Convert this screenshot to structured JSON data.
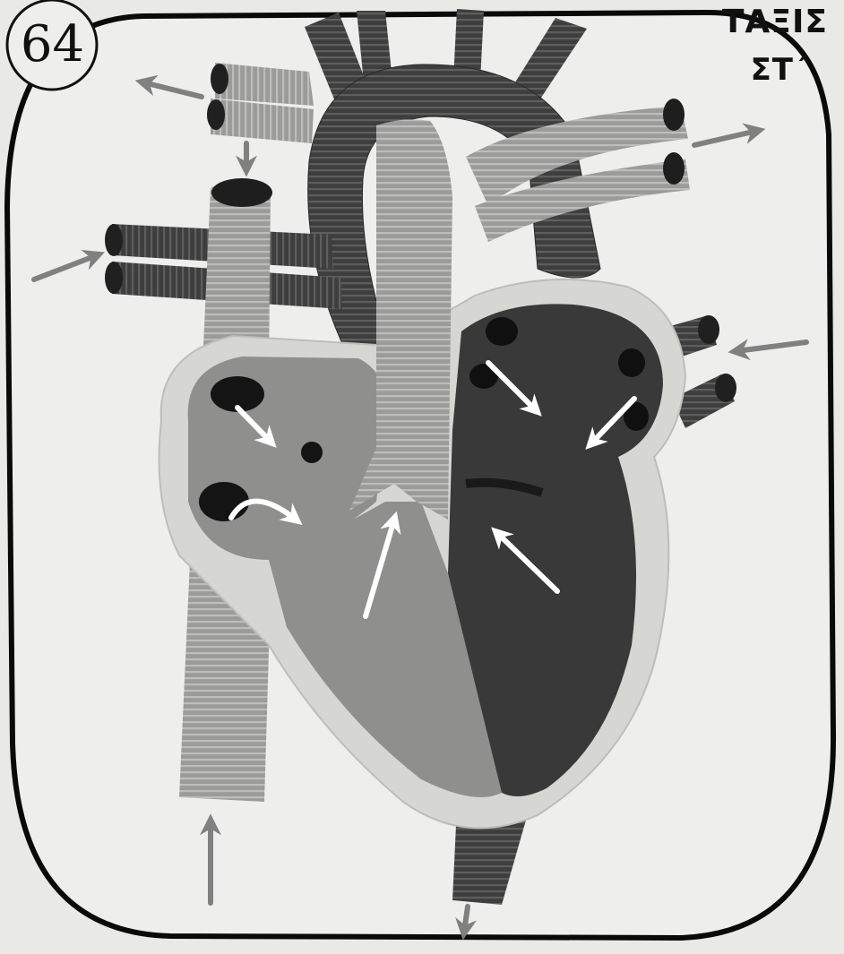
{
  "page_number": "64",
  "class_label": {
    "line1": "ΤΑΞΙΣ",
    "line2": "ΣΤ΄"
  },
  "colors": {
    "background": "#e9e9e6",
    "frame": "#0a0a0a",
    "muscle_wall": "#d6d6d3",
    "right_heart": "#8f8f8d",
    "left_heart": "#393939",
    "vessel_light": "#9b9b99",
    "vessel_dark": "#404040",
    "arrow_grey": "#808080",
    "arrow_white": "#ffffff"
  },
  "flow_arrows": [
    {
      "id": "jugular-out",
      "shade": "grey"
    },
    {
      "id": "sup-vena-cava-in",
      "shade": "grey"
    },
    {
      "id": "left-pulm-vein-in",
      "shade": "grey"
    },
    {
      "id": "right-pulm-artery-out",
      "shade": "grey"
    },
    {
      "id": "right-pulm-vein-in",
      "shade": "grey"
    },
    {
      "id": "inf-vena-cava-in",
      "shade": "grey"
    },
    {
      "id": "aorta-out",
      "shade": "grey"
    },
    {
      "id": "right-atrium-flow-1",
      "shade": "white"
    },
    {
      "id": "right-atrium-flow-2",
      "shade": "white"
    },
    {
      "id": "right-ventricle-to-pulm",
      "shade": "white"
    },
    {
      "id": "left-atrium-flow-1",
      "shade": "white"
    },
    {
      "id": "left-atrium-flow-2",
      "shade": "white"
    },
    {
      "id": "left-ventricle-to-aorta",
      "shade": "white"
    }
  ]
}
